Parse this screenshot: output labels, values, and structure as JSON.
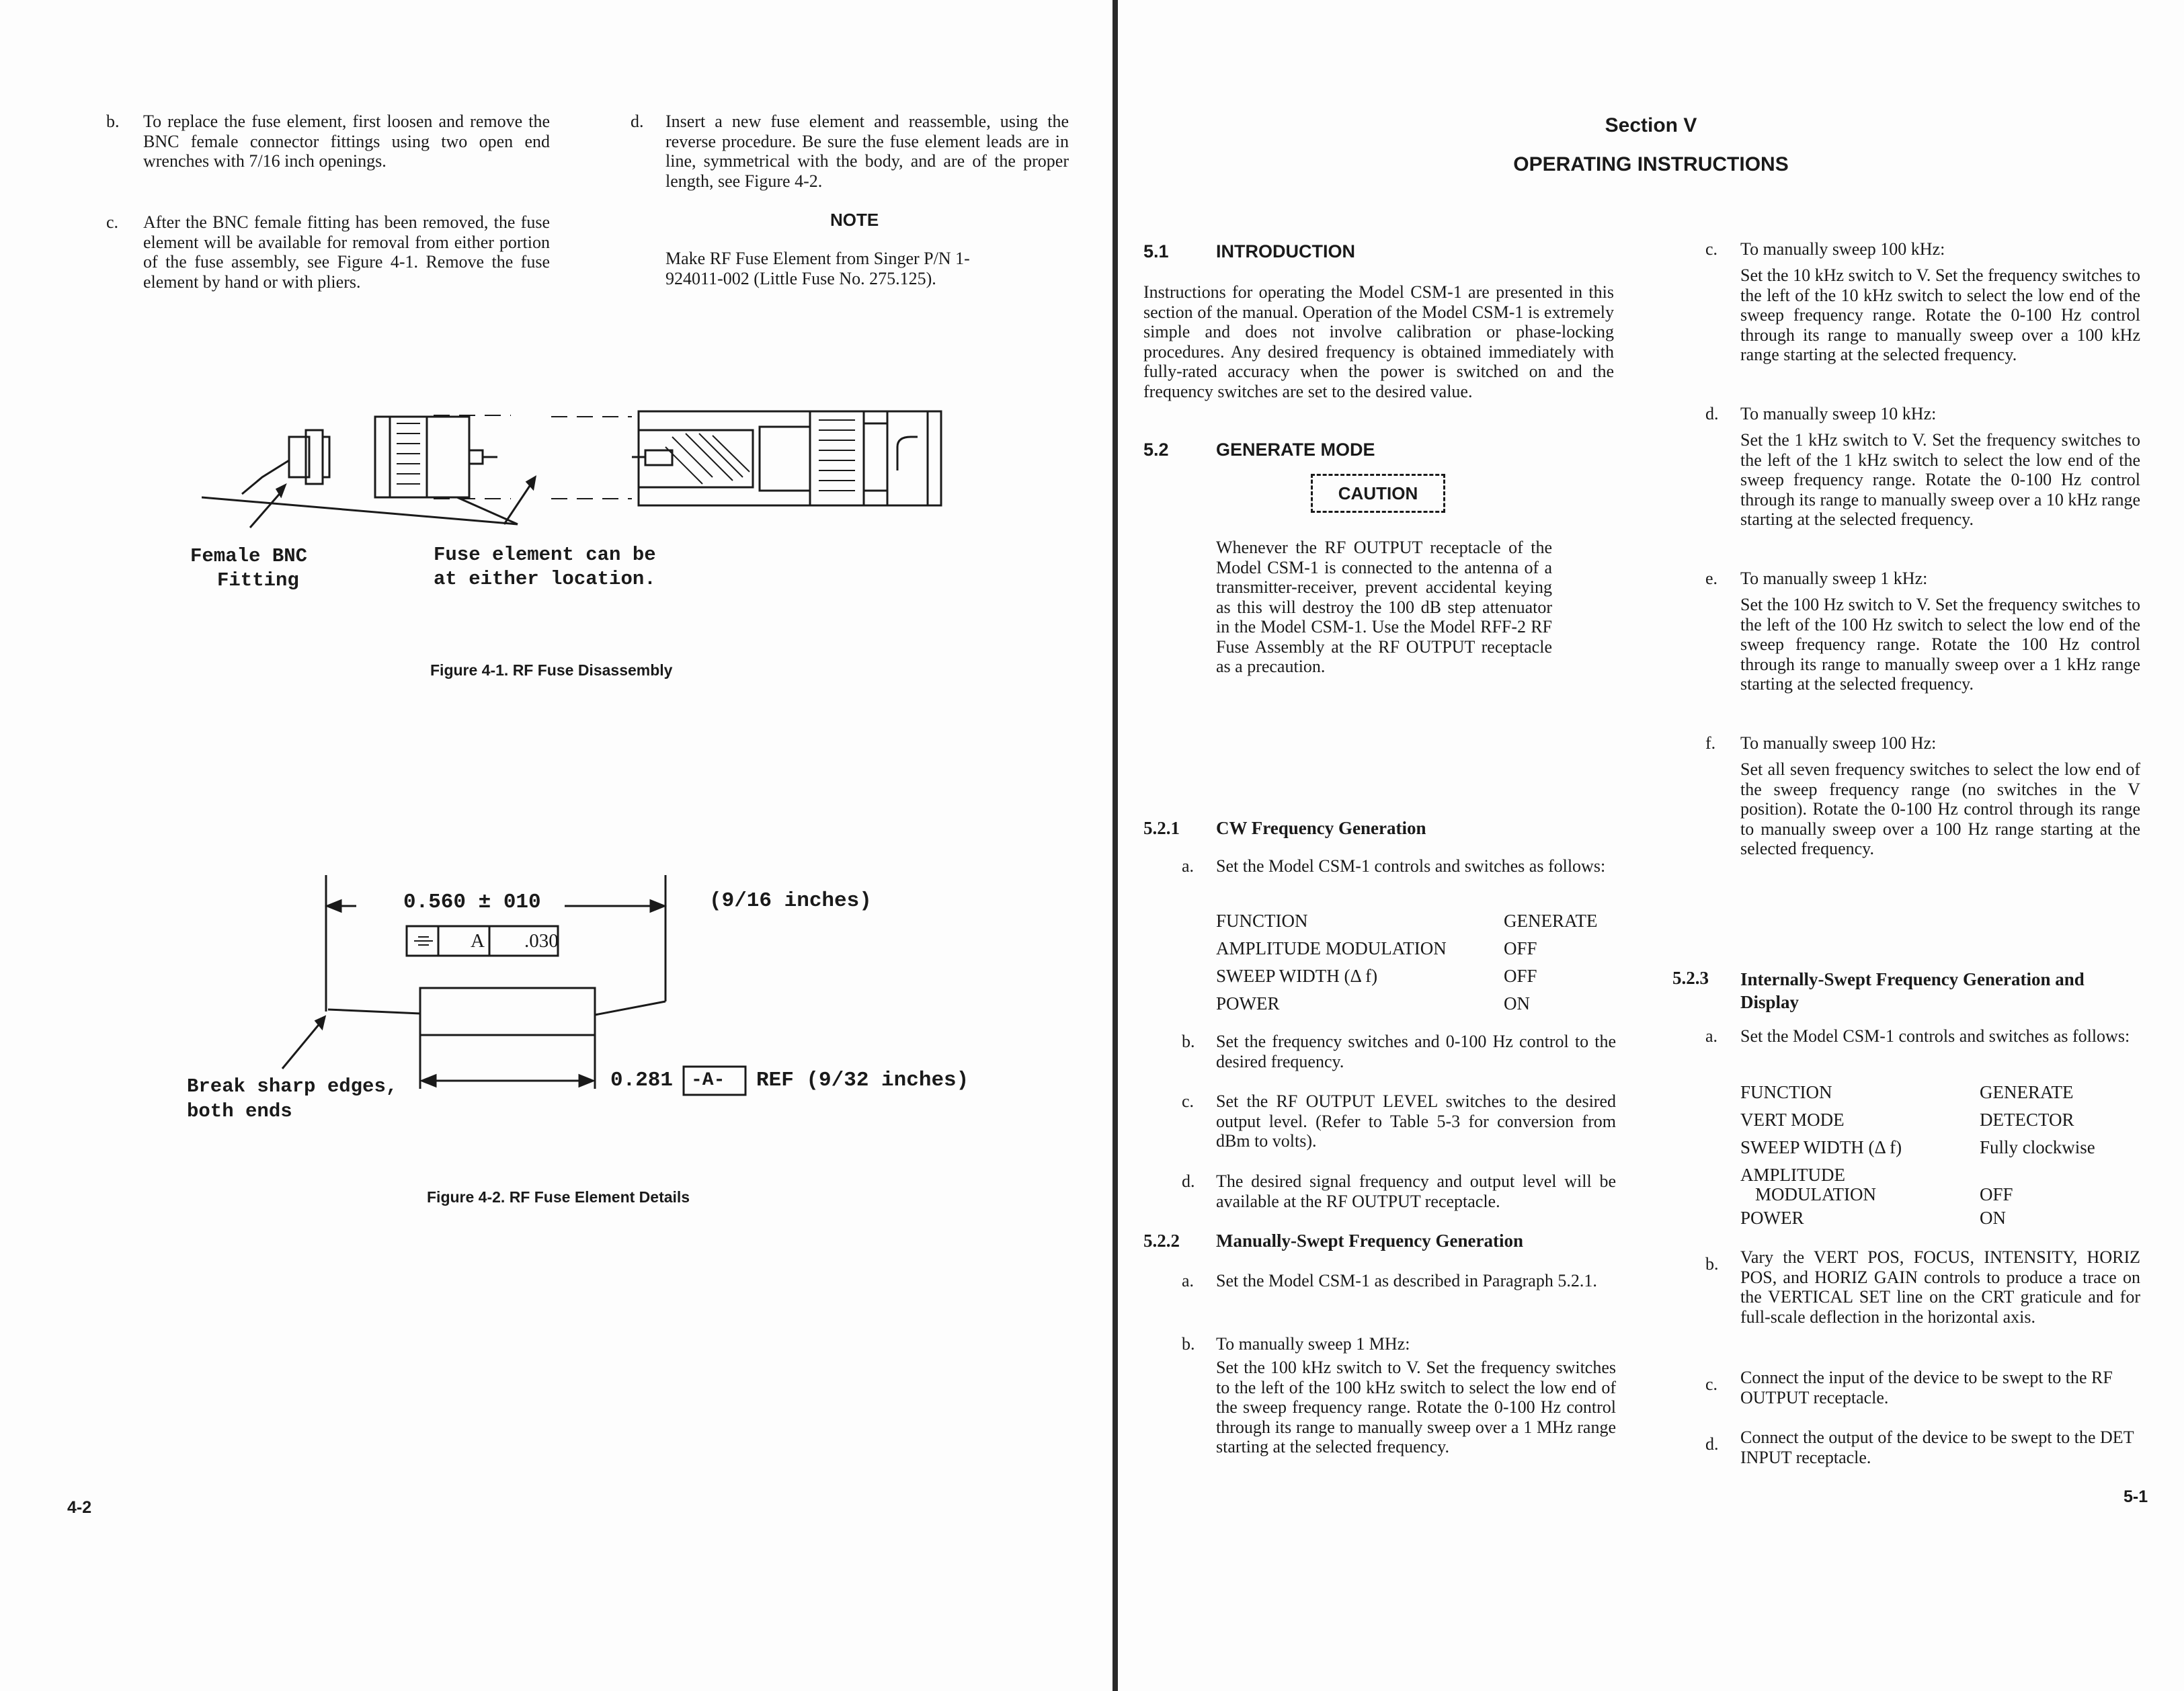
{
  "left_page": {
    "item_b": {
      "letter": "b.",
      "text": "To replace the fuse element, first loosen and remove the BNC female connector fittings using two open end wrenches with 7/16 inch openings."
    },
    "item_c": {
      "letter": "c.",
      "text": "After the BNC female fitting has been removed, the fuse element will be available for removal from either portion of the fuse assembly, see Figure 4-1. Remove the fuse element by hand or with pliers."
    },
    "item_d": {
      "letter": "d.",
      "text": "Insert a new fuse element and reassemble, using the reverse procedure. Be sure the fuse element leads are in line, symmetrical with the body, and are of the proper length, see Figure 4-2."
    },
    "note_heading": "NOTE",
    "note_text": "Make RF Fuse Element from Singer P/N 1-924011-002 (Little Fuse No. 275.125).",
    "figure1": {
      "label_fitting_line1": "Female BNC",
      "label_fitting_line2": "Fitting",
      "label_fuse_line1": "Fuse element can be",
      "label_fuse_line2": "at either location.",
      "caption": "Figure 4-1.  RF Fuse Disassembly"
    },
    "figure2": {
      "length_dim": "0.560 ± 010",
      "length_inches": "(9/16 inches)",
      "tolerance_datum": "A",
      "tolerance_value": ".030",
      "edge_note_line1": "Break sharp edges,",
      "edge_note_line2": "both ends",
      "body_dim": "0.281",
      "body_datum": "-A-",
      "body_ref": "REF (9/32 inches)",
      "caption": "Figure 4-2.  RF Fuse Element Details"
    },
    "page_number": "4-2"
  },
  "right_page": {
    "section_label": "Section V",
    "section_title": "OPERATING INSTRUCTIONS",
    "s51": {
      "number": "5.1",
      "title": "INTRODUCTION",
      "text": "Instructions for operating the Model CSM-1 are presented in this section of the manual. Operation of the Model CSM-1 is extremely simple and does not involve calibration or phase-locking procedures. Any desired frequency is obtained immediately with fully-rated accuracy when the power is switched on and the frequency switches are set to the desired value."
    },
    "s52": {
      "number": "5.2",
      "title": "GENERATE MODE"
    },
    "caution_label": "CAUTION",
    "caution_text": "Whenever the RF OUTPUT receptacle of the Model CSM-1 is connected to the antenna of a transmitter-receiver, prevent accidental keying as this will destroy the 100 dB step attenuator in the Model CSM-1. Use the Model RFF-2 RF Fuse Assembly at the RF OUTPUT receptacle as a precaution.",
    "s521": {
      "number": "5.2.1",
      "title": "CW Frequency Generation",
      "a": {
        "letter": "a.",
        "text": "Set the Model CSM-1 controls and switches as follows:"
      },
      "settings": [
        {
          "control": "FUNCTION",
          "value": "GENERATE"
        },
        {
          "control": "AMPLITUDE MODULATION",
          "value": "OFF"
        },
        {
          "control": "SWEEP WIDTH (Δ f)",
          "value": "OFF"
        },
        {
          "control": "POWER",
          "value": "ON"
        }
      ],
      "b": {
        "letter": "b.",
        "text": "Set the frequency switches and 0-100 Hz control to the desired frequency."
      },
      "c": {
        "letter": "c.",
        "text": "Set the RF OUTPUT LEVEL switches to the desired output level. (Refer to Table 5-3 for conversion from dBm to volts)."
      },
      "d": {
        "letter": "d.",
        "text": "The desired signal frequency and output level will be available at the RF OUTPUT receptacle."
      }
    },
    "s522": {
      "number": "5.2.2",
      "title": "Manually-Swept Frequency Generation",
      "a": {
        "letter": "a.",
        "text": "Set the Model CSM-1 as described in Paragraph 5.2.1."
      },
      "b": {
        "letter": "b.",
        "title": "To manually sweep 1 MHz:",
        "text": "Set the 100 kHz switch to V. Set the frequency switches to the left of the 100 kHz switch to select the low end of the sweep frequency range. Rotate the 0-100 Hz control through its range to manually sweep over a 1 MHz range starting at the selected frequency."
      },
      "c": {
        "letter": "c.",
        "title": "To manually sweep 100 kHz:",
        "text": "Set the 10 kHz switch to V. Set the frequency switches to the left of the 10 kHz switch to select the low end of the sweep frequency range. Rotate the 0-100 Hz control through its range to manually sweep over a 100 kHz range starting at the selected frequency."
      },
      "d": {
        "letter": "d.",
        "title": "To manually sweep 10 kHz:",
        "text": "Set the 1 kHz switch to V. Set the frequency switches to the left of the 1 kHz switch to select the low end of the sweep frequency range. Rotate the 0-100 Hz control through its range to manually sweep over a 10 kHz range starting at the selected frequency."
      },
      "e": {
        "letter": "e.",
        "title": "To manually sweep 1 kHz:",
        "text": "Set the 100 Hz switch to V. Set the frequency switches to the left of the 100 Hz switch to select the low end of the sweep frequency range. Rotate the 100 Hz control through its range to manually sweep over a 1 kHz range starting at the selected frequency."
      },
      "f": {
        "letter": "f.",
        "title": "To manually sweep 100 Hz:",
        "text": "Set all seven frequency switches to select the low end of the sweep frequency range (no switches in the V position). Rotate the 0-100 Hz control through its range to manually sweep over a 100 Hz range starting at the selected frequency."
      }
    },
    "s523": {
      "number": "5.2.3",
      "title_line1": "Internally-Swept Frequency Generation and",
      "title_line2": "Display",
      "a": {
        "letter": "a.",
        "text": "Set the Model CSM-1 controls and switches as follows:"
      },
      "settings": [
        {
          "control": "FUNCTION",
          "value": "GENERATE"
        },
        {
          "control": "VERT MODE",
          "value": "DETECTOR"
        },
        {
          "control": "SWEEP WIDTH (Δ f)",
          "value": "Fully clockwise"
        },
        {
          "control": "AMPLITUDE",
          "control2": "MODULATION",
          "value": "OFF"
        },
        {
          "control": "POWER",
          "value": "ON"
        }
      ],
      "b": {
        "letter": "b.",
        "text": "Vary the VERT POS, FOCUS, INTENSITY, HORIZ POS, and HORIZ GAIN controls to produce a trace on the VERTICAL SET line on the CRT graticule and for full-scale deflection in the horizontal axis."
      },
      "c": {
        "letter": "c.",
        "text": "Connect the input of the device to be swept to the RF OUTPUT receptacle."
      },
      "d": {
        "letter": "d.",
        "text": "Connect the output of the device to be swept to the DET INPUT receptacle."
      }
    },
    "page_number": "5-1"
  }
}
